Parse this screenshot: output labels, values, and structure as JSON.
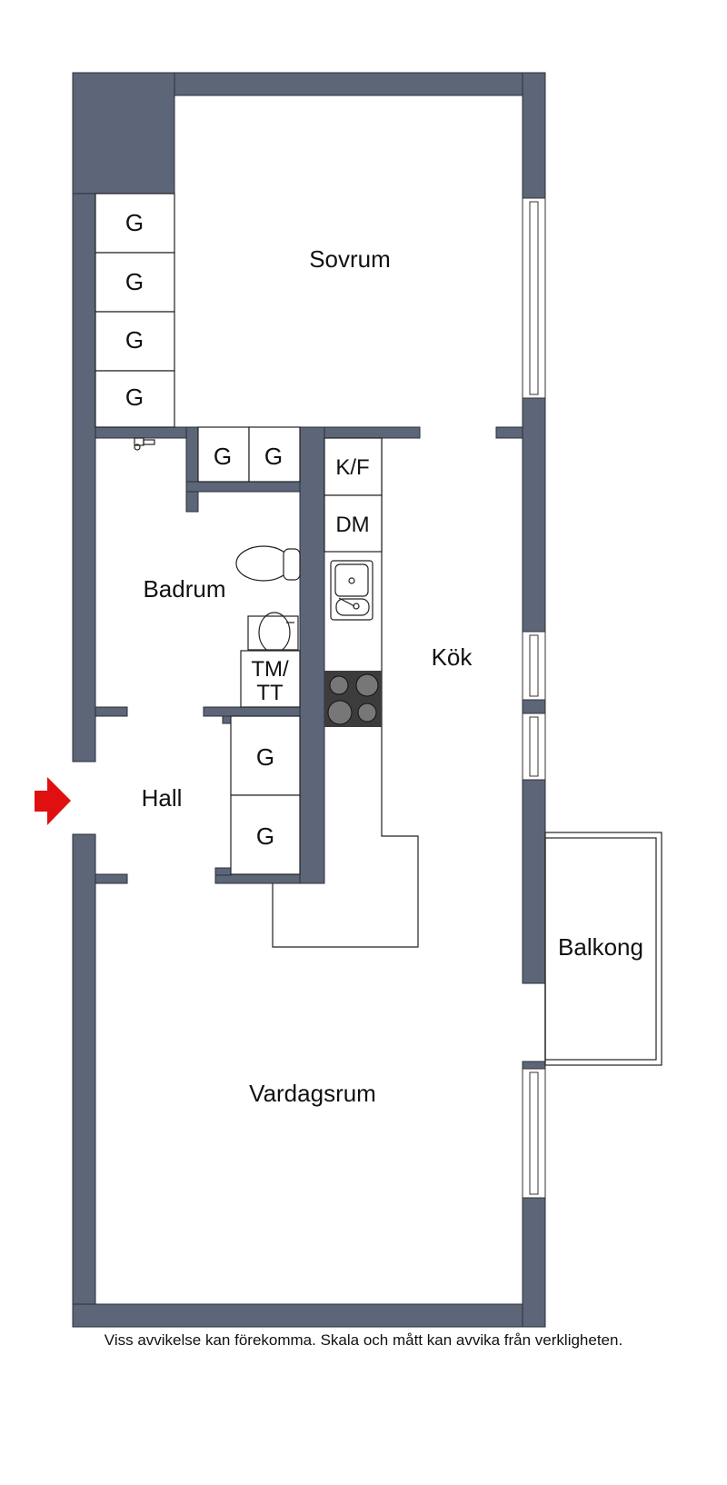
{
  "rooms": {
    "bedroom": "Sovrum",
    "bathroom": "Badrum",
    "kitchen": "Kök",
    "hall": "Hall",
    "balcony": "Balkong",
    "living_room": "Vardagsrum"
  },
  "fixtures": {
    "wardrobe": "G",
    "fridge_freezer": "K/F",
    "dishwasher": "DM",
    "washer_dryer_line1": "TM/",
    "washer_dryer_line2": "TT"
  },
  "colors": {
    "wall": "#5c6678",
    "entrance_arrow": "#e01010"
  },
  "footer": "Viss avvikelse kan förekomma. Skala och mått kan avvika från verkligheten."
}
